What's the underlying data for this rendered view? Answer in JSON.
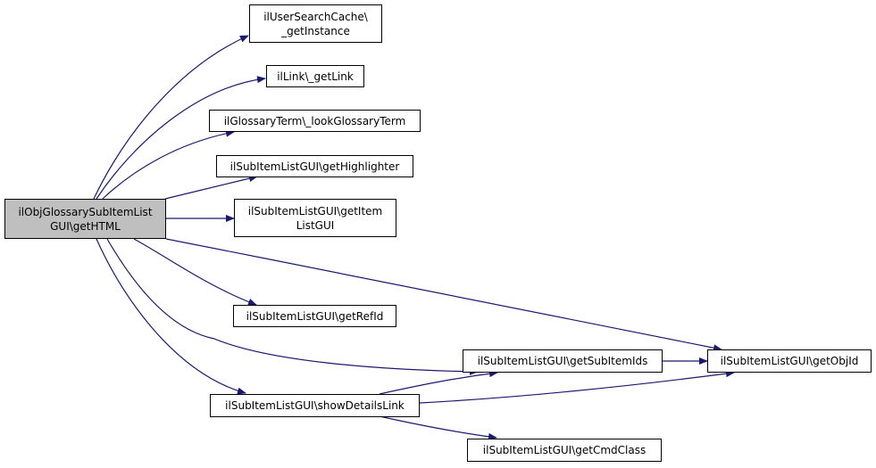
{
  "nodes": {
    "root": {
      "line1": "ilObjGlossarySubItemList",
      "line2": "GUI\\getHTML"
    },
    "user_search_cache": {
      "line1": "ilUserSearchCache\\",
      "line2": "_getInstance"
    },
    "get_link": {
      "line1": "ilLink\\_getLink"
    },
    "lookup_glossary_term": {
      "line1": "ilGlossaryTerm\\_lookGlossaryTerm"
    },
    "get_highlighter": {
      "line1": "ilSubItemListGUI\\getHighlighter"
    },
    "get_item_list_gui": {
      "line1": "ilSubItemListGUI\\getItem",
      "line2": "ListGUI"
    },
    "get_ref_id": {
      "line1": "ilSubItemListGUI\\getRefId"
    },
    "get_sub_item_ids": {
      "line1": "ilSubItemListGUI\\getSubItemIds"
    },
    "get_obj_id": {
      "line1": "ilSubItemListGUI\\getObjId"
    },
    "show_details_link": {
      "line1": "ilSubItemListGUI\\showDetailsLink"
    },
    "get_cmd_class": {
      "line1": "ilSubItemListGUI\\getCmdClass"
    }
  },
  "colors": {
    "edge": "#191970",
    "root_fill": "#bfbfbf",
    "node_border": "#000000"
  }
}
